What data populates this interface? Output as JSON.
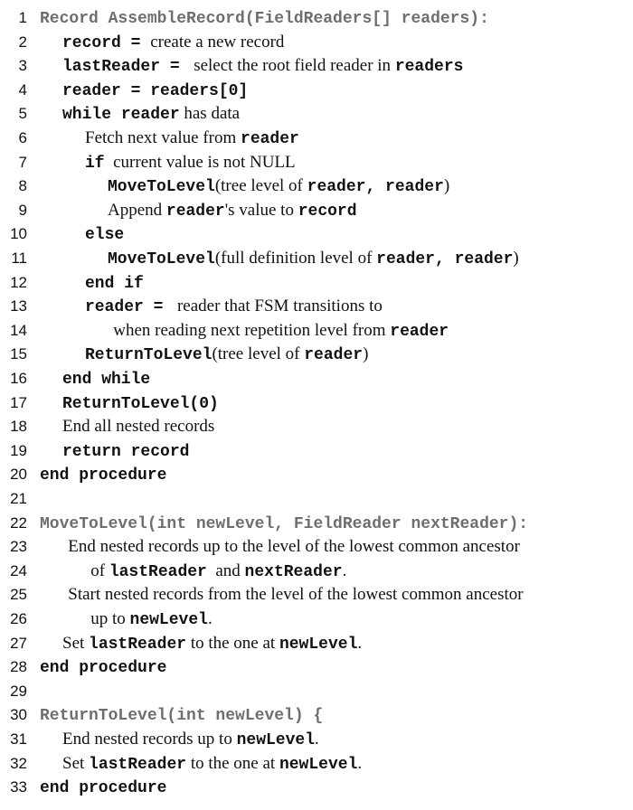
{
  "listing": {
    "lines": [
      {
        "n": "1",
        "indent": 0,
        "segments": [
          {
            "t": "Record AssembleRecord(FieldReaders[] readers):",
            "s": "gray"
          }
        ]
      },
      {
        "n": "2",
        "indent": 1,
        "segments": [
          {
            "t": "record = ",
            "s": "kw"
          },
          {
            "t": "create a new record",
            "s": "serif"
          }
        ]
      },
      {
        "n": "3",
        "indent": 1,
        "segments": [
          {
            "t": "lastReader = ",
            "s": "kw"
          },
          {
            "t": " select the root field reader in ",
            "s": "serif"
          },
          {
            "t": "readers",
            "s": "kw"
          }
        ]
      },
      {
        "n": "4",
        "indent": 1,
        "segments": [
          {
            "t": "reader = readers[0]",
            "s": "kw"
          }
        ]
      },
      {
        "n": "5",
        "indent": 1,
        "segments": [
          {
            "t": "while ",
            "s": "kw"
          },
          {
            "t": "reader",
            "s": "kw"
          },
          {
            "t": " has data",
            "s": "serif"
          }
        ]
      },
      {
        "n": "6",
        "indent": 2,
        "segments": [
          {
            "t": "Fetch next value from ",
            "s": "serif"
          },
          {
            "t": "reader",
            "s": "kw"
          }
        ]
      },
      {
        "n": "7",
        "indent": 2,
        "segments": [
          {
            "t": "if",
            "s": "kw"
          },
          {
            "t": "  current value is not NULL",
            "s": "serif"
          }
        ]
      },
      {
        "n": "8",
        "indent": 3,
        "segments": [
          {
            "t": "MoveToLevel",
            "s": "kw"
          },
          {
            "t": "(tree level of ",
            "s": "serif"
          },
          {
            "t": "reader, reader",
            "s": "kw"
          },
          {
            "t": ")",
            "s": "serif"
          }
        ]
      },
      {
        "n": "9",
        "indent": 3,
        "segments": [
          {
            "t": "Append ",
            "s": "serif"
          },
          {
            "t": "reader",
            "s": "kw"
          },
          {
            "t": "'s value to ",
            "s": "serif"
          },
          {
            "t": "record",
            "s": "kw"
          }
        ]
      },
      {
        "n": "10",
        "indent": 2,
        "segments": [
          {
            "t": "else",
            "s": "kw"
          }
        ]
      },
      {
        "n": "11",
        "indent": 3,
        "segments": [
          {
            "t": "MoveToLevel",
            "s": "kw"
          },
          {
            "t": "(full definition level of ",
            "s": "serif"
          },
          {
            "t": "reader, reader",
            "s": "kw"
          },
          {
            "t": ")",
            "s": "serif"
          }
        ]
      },
      {
        "n": "12",
        "indent": 2,
        "segments": [
          {
            "t": "end if",
            "s": "kw"
          }
        ]
      },
      {
        "n": "13",
        "indent": 2,
        "segments": [
          {
            "t": "reader = ",
            "s": "kw"
          },
          {
            "t": " reader that FSM transitions to",
            "s": "serif"
          }
        ]
      },
      {
        "n": "14",
        "indent": 3.25,
        "segments": [
          {
            "t": "when reading next repetition level from ",
            "s": "serif"
          },
          {
            "t": "reader",
            "s": "kw"
          }
        ]
      },
      {
        "n": "15",
        "indent": 2,
        "segments": [
          {
            "t": "ReturnToLevel",
            "s": "kw"
          },
          {
            "t": "(tree level of ",
            "s": "serif"
          },
          {
            "t": "reader",
            "s": "kw"
          },
          {
            "t": ")",
            "s": "serif"
          }
        ]
      },
      {
        "n": "16",
        "indent": 1,
        "segments": [
          {
            "t": "end while",
            "s": "kw"
          }
        ]
      },
      {
        "n": "17",
        "indent": 1,
        "segments": [
          {
            "t": "ReturnToLevel(0)",
            "s": "kw"
          }
        ]
      },
      {
        "n": "18",
        "indent": 1,
        "segments": [
          {
            "t": "End all nested records",
            "s": "serif"
          }
        ]
      },
      {
        "n": "19",
        "indent": 1,
        "segments": [
          {
            "t": "return record",
            "s": "kw"
          }
        ]
      },
      {
        "n": "20",
        "indent": 0,
        "segments": [
          {
            "t": "end procedure",
            "s": "kw"
          }
        ]
      },
      {
        "n": "21",
        "indent": 0,
        "segments": []
      },
      {
        "n": "22",
        "indent": 0,
        "segments": [
          {
            "t": "MoveToLevel(int newLevel, FieldReader nextReader):",
            "s": "gray"
          }
        ]
      },
      {
        "n": "23",
        "indent": 1.25,
        "segments": [
          {
            "t": "End nested records up to the level of the lowest common ancestor",
            "s": "serif"
          }
        ]
      },
      {
        "n": "24",
        "indent": 2.25,
        "segments": [
          {
            "t": "of ",
            "s": "serif"
          },
          {
            "t": "lastReader",
            "s": "kw"
          },
          {
            "t": "  and ",
            "s": "serif"
          },
          {
            "t": "nextReader",
            "s": "kw"
          },
          {
            "t": ".",
            "s": "serif"
          }
        ]
      },
      {
        "n": "25",
        "indent": 1.25,
        "segments": [
          {
            "t": "Start nested records from the level of the lowest common ancestor",
            "s": "serif"
          }
        ]
      },
      {
        "n": "26",
        "indent": 2.25,
        "segments": [
          {
            "t": "up to ",
            "s": "serif"
          },
          {
            "t": "newLevel",
            "s": "kw"
          },
          {
            "t": ".",
            "s": "serif"
          }
        ]
      },
      {
        "n": "27",
        "indent": 1,
        "segments": [
          {
            "t": "Set ",
            "s": "serif"
          },
          {
            "t": "lastReader",
            "s": "kw"
          },
          {
            "t": " to the one at ",
            "s": "serif"
          },
          {
            "t": "newLevel",
            "s": "kw"
          },
          {
            "t": ".",
            "s": "serif"
          }
        ]
      },
      {
        "n": "28",
        "indent": 0,
        "segments": [
          {
            "t": "end procedure",
            "s": "kw"
          }
        ]
      },
      {
        "n": "29",
        "indent": 0,
        "segments": []
      },
      {
        "n": "30",
        "indent": 0,
        "segments": [
          {
            "t": "ReturnToLevel(int newLevel) {",
            "s": "gray"
          }
        ]
      },
      {
        "n": "31",
        "indent": 1,
        "segments": [
          {
            "t": "End nested records up to ",
            "s": "serif"
          },
          {
            "t": "newLevel",
            "s": "kw"
          },
          {
            "t": ".",
            "s": "serif"
          }
        ]
      },
      {
        "n": "32",
        "indent": 1,
        "segments": [
          {
            "t": "Set ",
            "s": "serif"
          },
          {
            "t": "lastReader",
            "s": "kw"
          },
          {
            "t": " to the one at ",
            "s": "serif"
          },
          {
            "t": "newLevel",
            "s": "kw"
          },
          {
            "t": ".",
            "s": "serif"
          }
        ]
      },
      {
        "n": "33",
        "indent": 0,
        "segments": [
          {
            "t": "end procedure",
            "s": "kw"
          }
        ]
      }
    ]
  }
}
